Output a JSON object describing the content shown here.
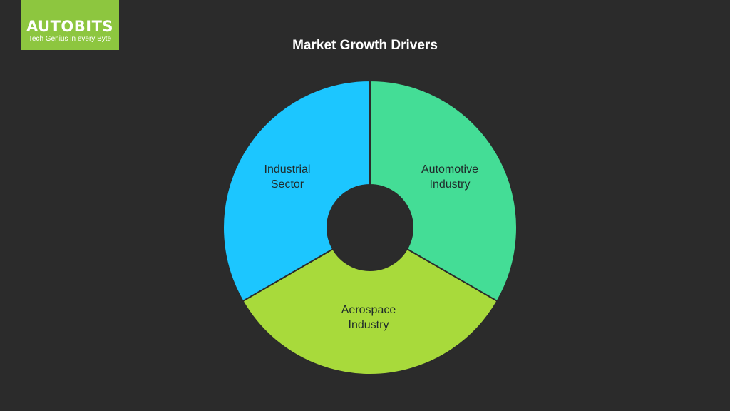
{
  "logo": {
    "name": "AUTOBITS",
    "tagline": "Tech Genius in every Byte"
  },
  "title": "Market Growth Drivers",
  "colors": {
    "background": "#2b2b2b",
    "logo_bg": "#8dc63f",
    "automotive": "#44dd96",
    "aerospace": "#a8da3b",
    "industrial": "#1cc6ff",
    "divider": "#2b2b2b"
  },
  "segments": [
    {
      "line1": "Automotive",
      "line2": "Industry",
      "color_key": "automotive"
    },
    {
      "line1": "Aerospace",
      "line2": "Industry",
      "color_key": "aerospace"
    },
    {
      "line1": "Industrial",
      "line2": "Sector",
      "color_key": "industrial"
    }
  ]
}
